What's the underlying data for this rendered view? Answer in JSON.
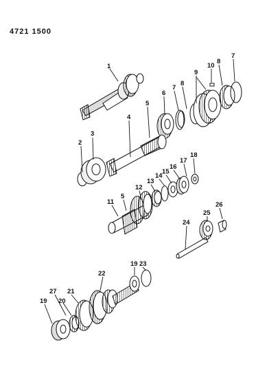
{
  "diagram": {
    "code": "4721 1500",
    "callouts": {
      "p1": "1",
      "p2": "2",
      "p3": "3",
      "p4": "4",
      "p5a": "5",
      "p5b": "5",
      "p6": "6",
      "p7a": "7",
      "p7b": "7",
      "p8a": "8",
      "p8b": "8",
      "p9": "9",
      "p10": "10",
      "p11": "11",
      "p12": "12",
      "p13": "13",
      "p14": "14",
      "p15": "15",
      "p16": "16",
      "p17": "17",
      "p18": "18",
      "p19a": "19",
      "p19b": "19",
      "p20": "20",
      "p21": "21",
      "p22": "22",
      "p23": "23",
      "p24": "24",
      "p25": "25",
      "p26": "26",
      "p27": "27"
    }
  }
}
